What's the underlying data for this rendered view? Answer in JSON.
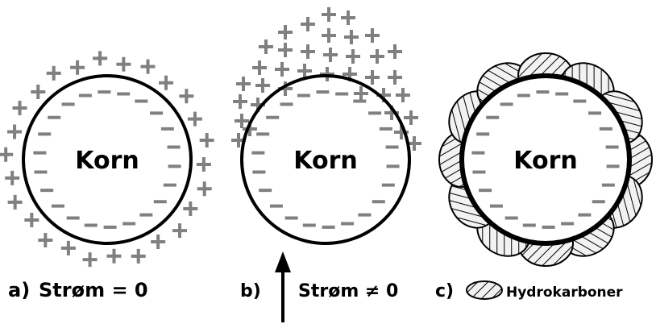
{
  "panels": [
    {
      "letter": "a)",
      "grain": "Korn",
      "caption": "Strøm = 0"
    },
    {
      "letter": "b)",
      "grain": "Korn",
      "caption": "Strøm ≠ 0"
    },
    {
      "letter": "c)",
      "grain": "Korn",
      "caption": "Hydrokarboner"
    }
  ],
  "symbols": {
    "plus": "+",
    "minus": "−"
  },
  "colors": {
    "outline": "#000000",
    "charge": "#808080",
    "hatch_fill": "#e8e8e8"
  },
  "icons": [
    "hydrocarbon-droplet-icon",
    "current-arrow-icon"
  ]
}
